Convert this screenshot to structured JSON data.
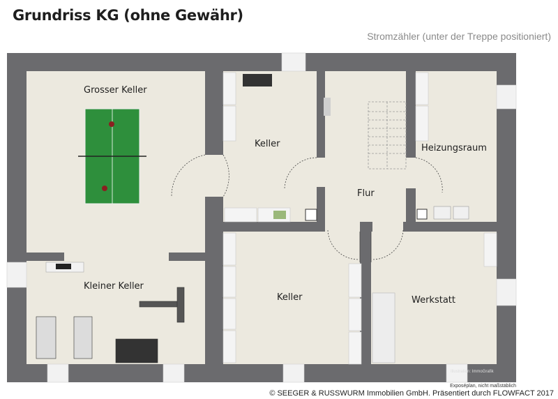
{
  "header": {
    "title": "Grundriss KG (ohne Gewähr)",
    "meter_note": "Stromzähler (unter der Treppe positioniert)"
  },
  "rooms": {
    "grosser_keller": "Grosser Keller",
    "keller_top": "Keller",
    "heizungsraum": "Heizungsraum",
    "flur": "Flur",
    "kleiner_keller": "Kleiner Keller",
    "keller_bottom": "Keller",
    "werkstatt": "Werkstatt"
  },
  "footer": {
    "illustration_credit": "Illustration: ImmoGrafik",
    "scale_note": "Exposéplan, nicht maßstäblich",
    "copyright": "© SEEGER & RUSSWURM Immobilien GmbH. Präsentiert durch FLOWFACT 2017"
  },
  "colors": {
    "wall": "#6b6b6e",
    "floor": "#ece9df",
    "window": "#f2f2f2",
    "table_green": "#2e8f3c"
  }
}
